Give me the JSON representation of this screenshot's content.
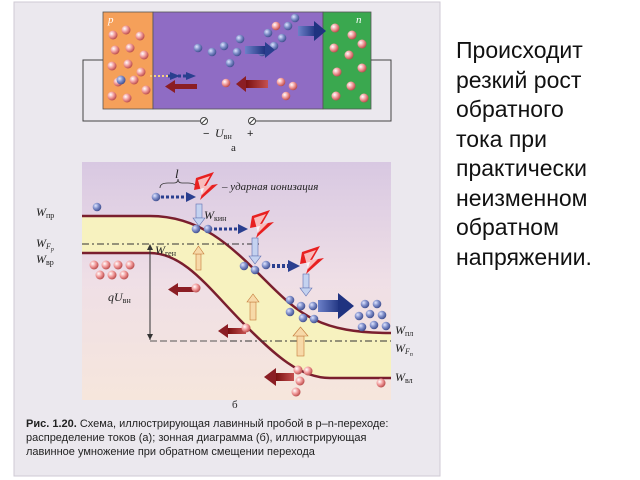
{
  "side_text": {
    "lines": [
      "Происходит",
      "резкий рост",
      "обратного",
      "тока при",
      "практически",
      "неизменном",
      "обратном",
      "напряжении."
    ]
  },
  "figure_a": {
    "p_label": "p",
    "n_label": "n",
    "minus": "−",
    "plus": "+",
    "voltage_label": "U",
    "voltage_sub": "вн",
    "caption_letter": "а"
  },
  "figure_b": {
    "l_label": "l",
    "impact_label": "– ударная ионизация",
    "w_pr": "W",
    "w_pr_sub": "пр",
    "w_fp": "W",
    "w_fp_sub": "F",
    "w_fp_sub2": "p",
    "w_vr": "W",
    "w_vr_sub": "вр",
    "w_kin": "W",
    "w_kin_sub": "кин",
    "w_gen": "W",
    "w_gen_sub": "ген",
    "q_u": "qU",
    "q_u_sub": "вн",
    "w_pl": "W",
    "w_pl_sub": "пл",
    "w_fn": "W",
    "w_fn_sub": "F",
    "w_fn_sub2": "n",
    "w_vl": "W",
    "w_vl_sub": "вл",
    "caption_letter": "б"
  },
  "caption": {
    "bold": "Рис. 1.20.",
    "line1": " Схема, иллюстрирующая лавинный пробой в p–n-переходе:",
    "line2": "распределение токов (а); зонная диаграмма (б), иллюстрирующая",
    "line3": "лавинное умножение при обратном смещении перехода"
  },
  "colors": {
    "p_region": "#f5a05a",
    "depletion": "#8f6cc4",
    "n_region": "#3aa84f",
    "background_b": "#efdde8",
    "band_fill": "#f7f2bf",
    "band_line": "#7a1f2e",
    "electron": "#6f7fb8",
    "hole": "#e87c7c",
    "arrow_electron": "#2a3f8f",
    "arrow_hole": "#8b1e24",
    "panel_bg": "#ece8ef"
  }
}
